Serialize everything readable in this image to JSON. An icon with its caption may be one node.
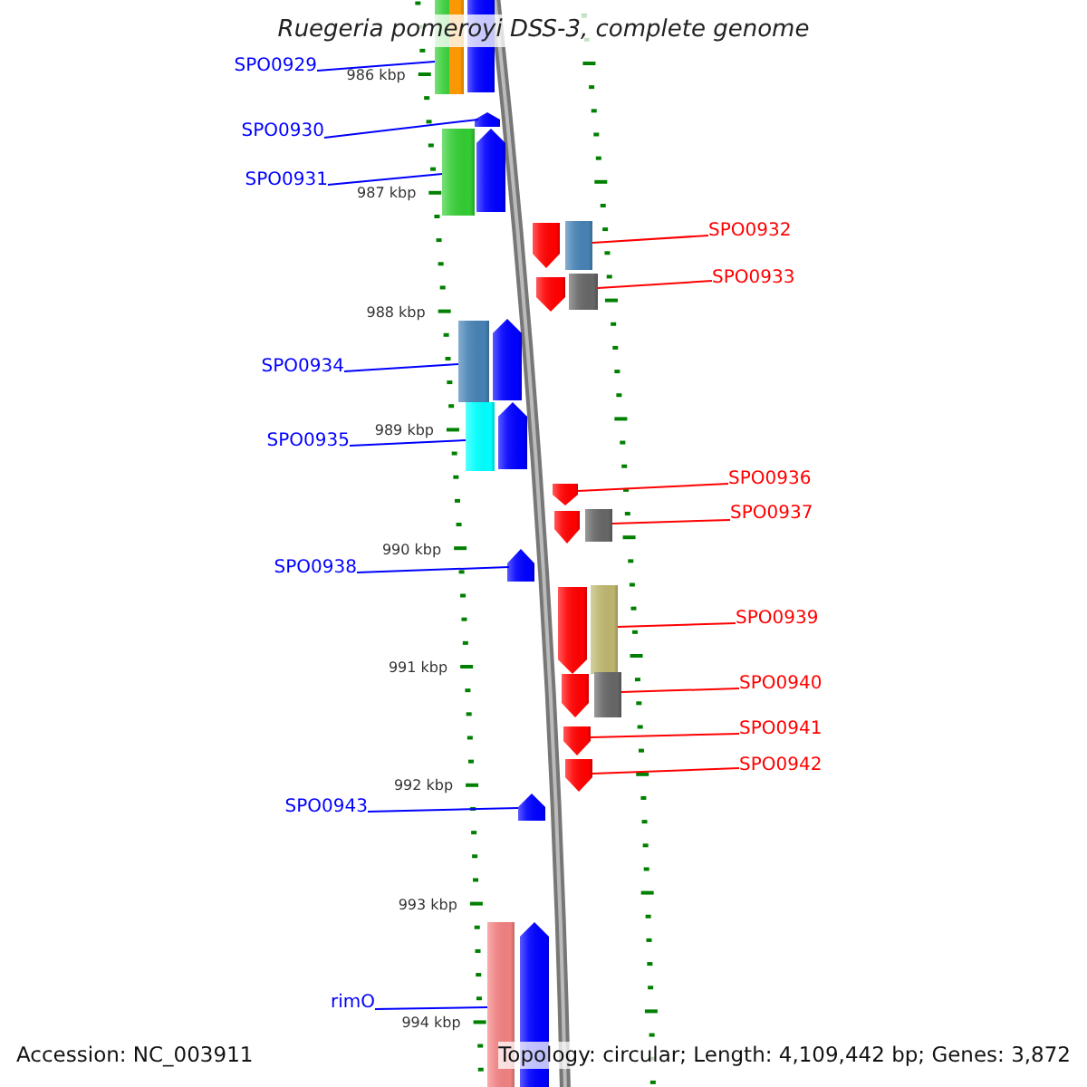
{
  "diagram": {
    "title": "Ruegeria pomeroyi DSS-3, complete genome",
    "nodes": [
      {
        "text": [
          "SPO0929"
        ]
      },
      {
        "text": [
          "SPO0930"
        ]
      },
      {
        "text": [
          "SPO0931"
        ]
      },
      {
        "text": [
          "SPO0932"
        ]
      },
      {
        "text": [
          "SPO0933"
        ]
      },
      {
        "text": [
          "SPO0934"
        ]
      },
      {
        "text": [
          "SPO0935"
        ]
      },
      {
        "text": [
          "SPO0936"
        ]
      },
      {
        "text": [
          "SPO0937"
        ]
      },
      {
        "text": [
          "SPO0938"
        ]
      },
      {
        "text": [
          "SPO0939"
        ]
      },
      {
        "text": [
          "SPO0940"
        ]
      },
      {
        "text": [
          "SPO0941"
        ]
      },
      {
        "text": [
          "SPO0942"
        ]
      },
      {
        "text": [
          "SPO0943"
        ]
      },
      {
        "text": [
          "rimO"
        ]
      },
      {
        "text": [],
        "shape": "bar"
      },
      {
        "text": [],
        "shape": "arrow"
      },
      {
        "text": [],
        "shape": "arrow"
      },
      {
        "text": [],
        "shape": "bar"
      },
      {
        "text": [],
        "shape": "arrow"
      },
      {
        "text": [],
        "shape": "arrow"
      },
      {
        "text": [],
        "shape": "bar"
      },
      {
        "text": [],
        "shape": "arrow"
      },
      {
        "text": [],
        "shape": "bar"
      },
      {
        "text": [],
        "shape": "bar"
      },
      {
        "text": [],
        "shape": "arrow"
      },
      {
        "text": [],
        "shape": "bar"
      },
      {
        "text": [],
        "shape": "arrow"
      },
      {
        "text": [],
        "shape": "arrow"
      },
      {
        "text": [],
        "shape": "arrow"
      },
      {
        "text": [],
        "shape": "bar"
      },
      {
        "text": [],
        "shape": "arrow"
      },
      {
        "text": [],
        "shape": "arrow"
      },
      {
        "text": [],
        "shape": "bar"
      },
      {
        "text": [],
        "shape": "arrow"
      },
      {
        "text": [],
        "shape": "bar"
      },
      {
        "text": [],
        "shape": "arrow"
      },
      {
        "text": [],
        "shape": "arrow"
      },
      {
        "text": [],
        "shape": "arrow"
      },
      {
        "text": [],
        "shape": "bar"
      },
      {
        "text": [],
        "shape": "arrow"
      }
    ],
    "edges": [
      {
        "from": 0,
        "to": 16,
        "arrow": "none"
      },
      {
        "from": 1,
        "to": 18,
        "arrow": "none"
      },
      {
        "from": 2,
        "to": 19,
        "arrow": "none"
      },
      {
        "from": 3,
        "to": 22,
        "arrow": "none",
        "color": "#ff0000"
      },
      {
        "from": 4,
        "to": 24,
        "arrow": "none",
        "color": "#ff0000"
      },
      {
        "from": 5,
        "to": 25,
        "arrow": "none"
      },
      {
        "from": 6,
        "to": 27,
        "arrow": "none"
      },
      {
        "from": 7,
        "to": 29,
        "arrow": "none",
        "color": "#ff0000"
      },
      {
        "from": 8,
        "to": 31,
        "arrow": "none",
        "color": "#ff0000"
      },
      {
        "from": 9,
        "to": 32,
        "arrow": "none"
      },
      {
        "from": 10,
        "to": 34,
        "arrow": "none",
        "color": "#ff0000"
      },
      {
        "from": 11,
        "to": 36,
        "arrow": "none",
        "color": "#ff0000"
      },
      {
        "from": 12,
        "to": 37,
        "arrow": "none",
        "color": "#ff0000"
      },
      {
        "from": 13,
        "to": 38,
        "arrow": "none",
        "color": "#ff0000"
      },
      {
        "from": 14,
        "to": 39,
        "arrow": "none"
      },
      {
        "from": 15,
        "to": 40,
        "arrow": "none"
      }
    ],
    "labels": [
      "986 kbp",
      "987 kbp",
      "988 kbp",
      "989 kbp",
      "990 kbp",
      "991 kbp",
      "992 kbp",
      "993 kbp",
      "994 kbp",
      "Accession: NC_003911",
      "Topology: circular; Length: 4,109,442 bp; Genes: 3,872"
    ]
  }
}
